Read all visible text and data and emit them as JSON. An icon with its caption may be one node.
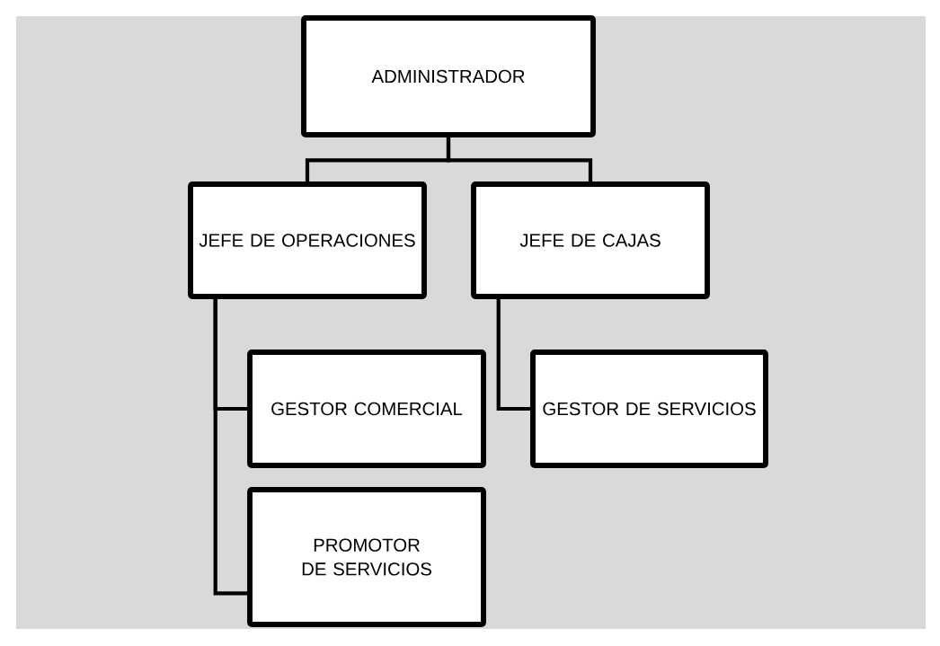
{
  "diagram": {
    "nodes": [
      {
        "text": [
          "ADMINISTRADOR"
        ]
      },
      {
        "text": [
          "JEFE DE OPERACIONES"
        ]
      },
      {
        "text": [
          "JEFE DE CAJAS"
        ]
      },
      {
        "text": [
          "GESTOR COMERCIAL"
        ]
      },
      {
        "text": [
          "GESTOR DE SERVICIOS"
        ]
      },
      {
        "text": [
          "PROMOTOR DE SERVICIOS"
        ]
      }
    ],
    "edges": [
      {
        "from": 0,
        "to": 1,
        "arrow": "none"
      },
      {
        "from": 0,
        "to": 2,
        "arrow": "none"
      },
      {
        "from": 1,
        "to": 3,
        "arrow": "none"
      },
      {
        "from": 1,
        "to": 5,
        "arrow": "none"
      },
      {
        "from": 2,
        "to": 4,
        "arrow": "none"
      }
    ]
  }
}
